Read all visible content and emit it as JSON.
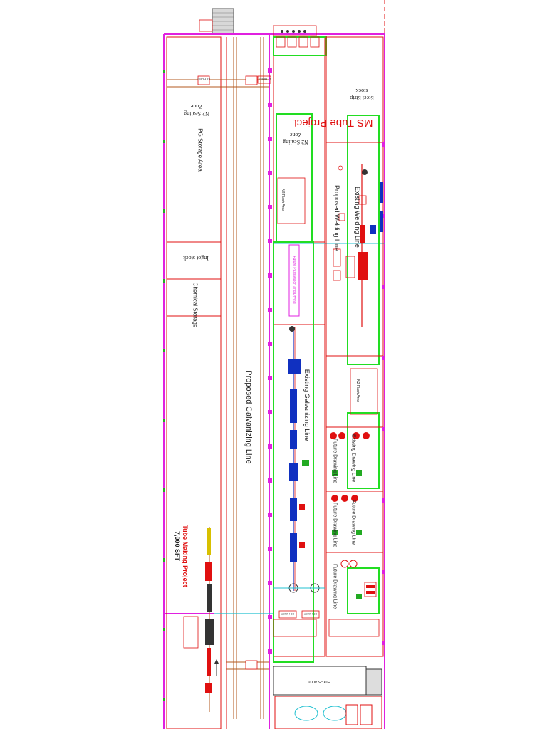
{
  "labels": {
    "steel_strip_stock": [
      "Steel Strip",
      "stock"
    ],
    "ms_tube_project": "MS Tube Project",
    "n2_sealing_zone_left": [
      "N2 Sealing",
      "Zone"
    ],
    "n2_sealing_zone_right": [
      "N2 Sealing",
      "Zone"
    ],
    "pg_storage_area": "PG Storage Area",
    "ingot_stock": "Ingot stock",
    "chemical_storage": "Chemical Storage",
    "proposed_galvanizing_line": "Proposed Galvanizing Line",
    "existing_galvanizing_line": "Existing Galvanizing Line",
    "proposed_welding_line": "Proposed Welding Line",
    "existing_welding_line": "Existing Welding Line",
    "future_passivation": "Future Passivation and Drying",
    "n2_flash_area_top": "N2 Flash Area",
    "n2_flash_area_mid": "N2 Flash Area",
    "future_drawing_line_1": "Future Drawing Line",
    "existing_drawing_line": "Existing Drawing Line",
    "future_drawing_line_2": "Future Drawing Line",
    "future_drawing_line_3": "Future Drawing Line",
    "future_drawing_line_4": "Future Drawing Line",
    "tube_making_project": "Tube Making Project",
    "tube_making_area": "7,000 SFT",
    "sub_station": "Sub-Station",
    "st_hoist_1": "ST HOIST",
    "st_hoist_2": "ST HOIST",
    "st_hoist_3": "ST HOIST",
    "st_hoist_4": "ST HOIST"
  },
  "colors": {
    "wall_magenta": "#e020e0",
    "line_red": "#e01010",
    "highlight_green": "#22dd22",
    "crane_brown": "#b35a1f",
    "equipment_blue": "#1030c0",
    "water_cyan": "#20c0d0"
  }
}
